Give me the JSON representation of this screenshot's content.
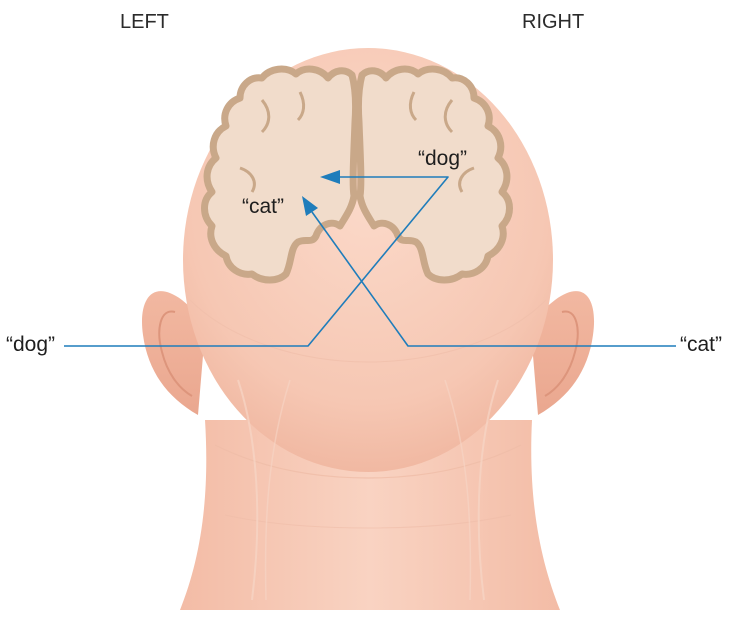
{
  "labels": {
    "left_side": "LEFT",
    "right_side": "RIGHT",
    "left_ear_word": "“dog”",
    "right_ear_word": "“cat”",
    "left_hemisphere_word": "“cat”",
    "right_hemisphere_word": "“dog”"
  },
  "colors": {
    "skin": "#f6cbb8",
    "skin_shadow": "#eeb39c",
    "brain_fill": "#f1dccb",
    "brain_outline": "#c9a889",
    "pathway": "#1f7dbb",
    "text": "#1e1e1e"
  }
}
